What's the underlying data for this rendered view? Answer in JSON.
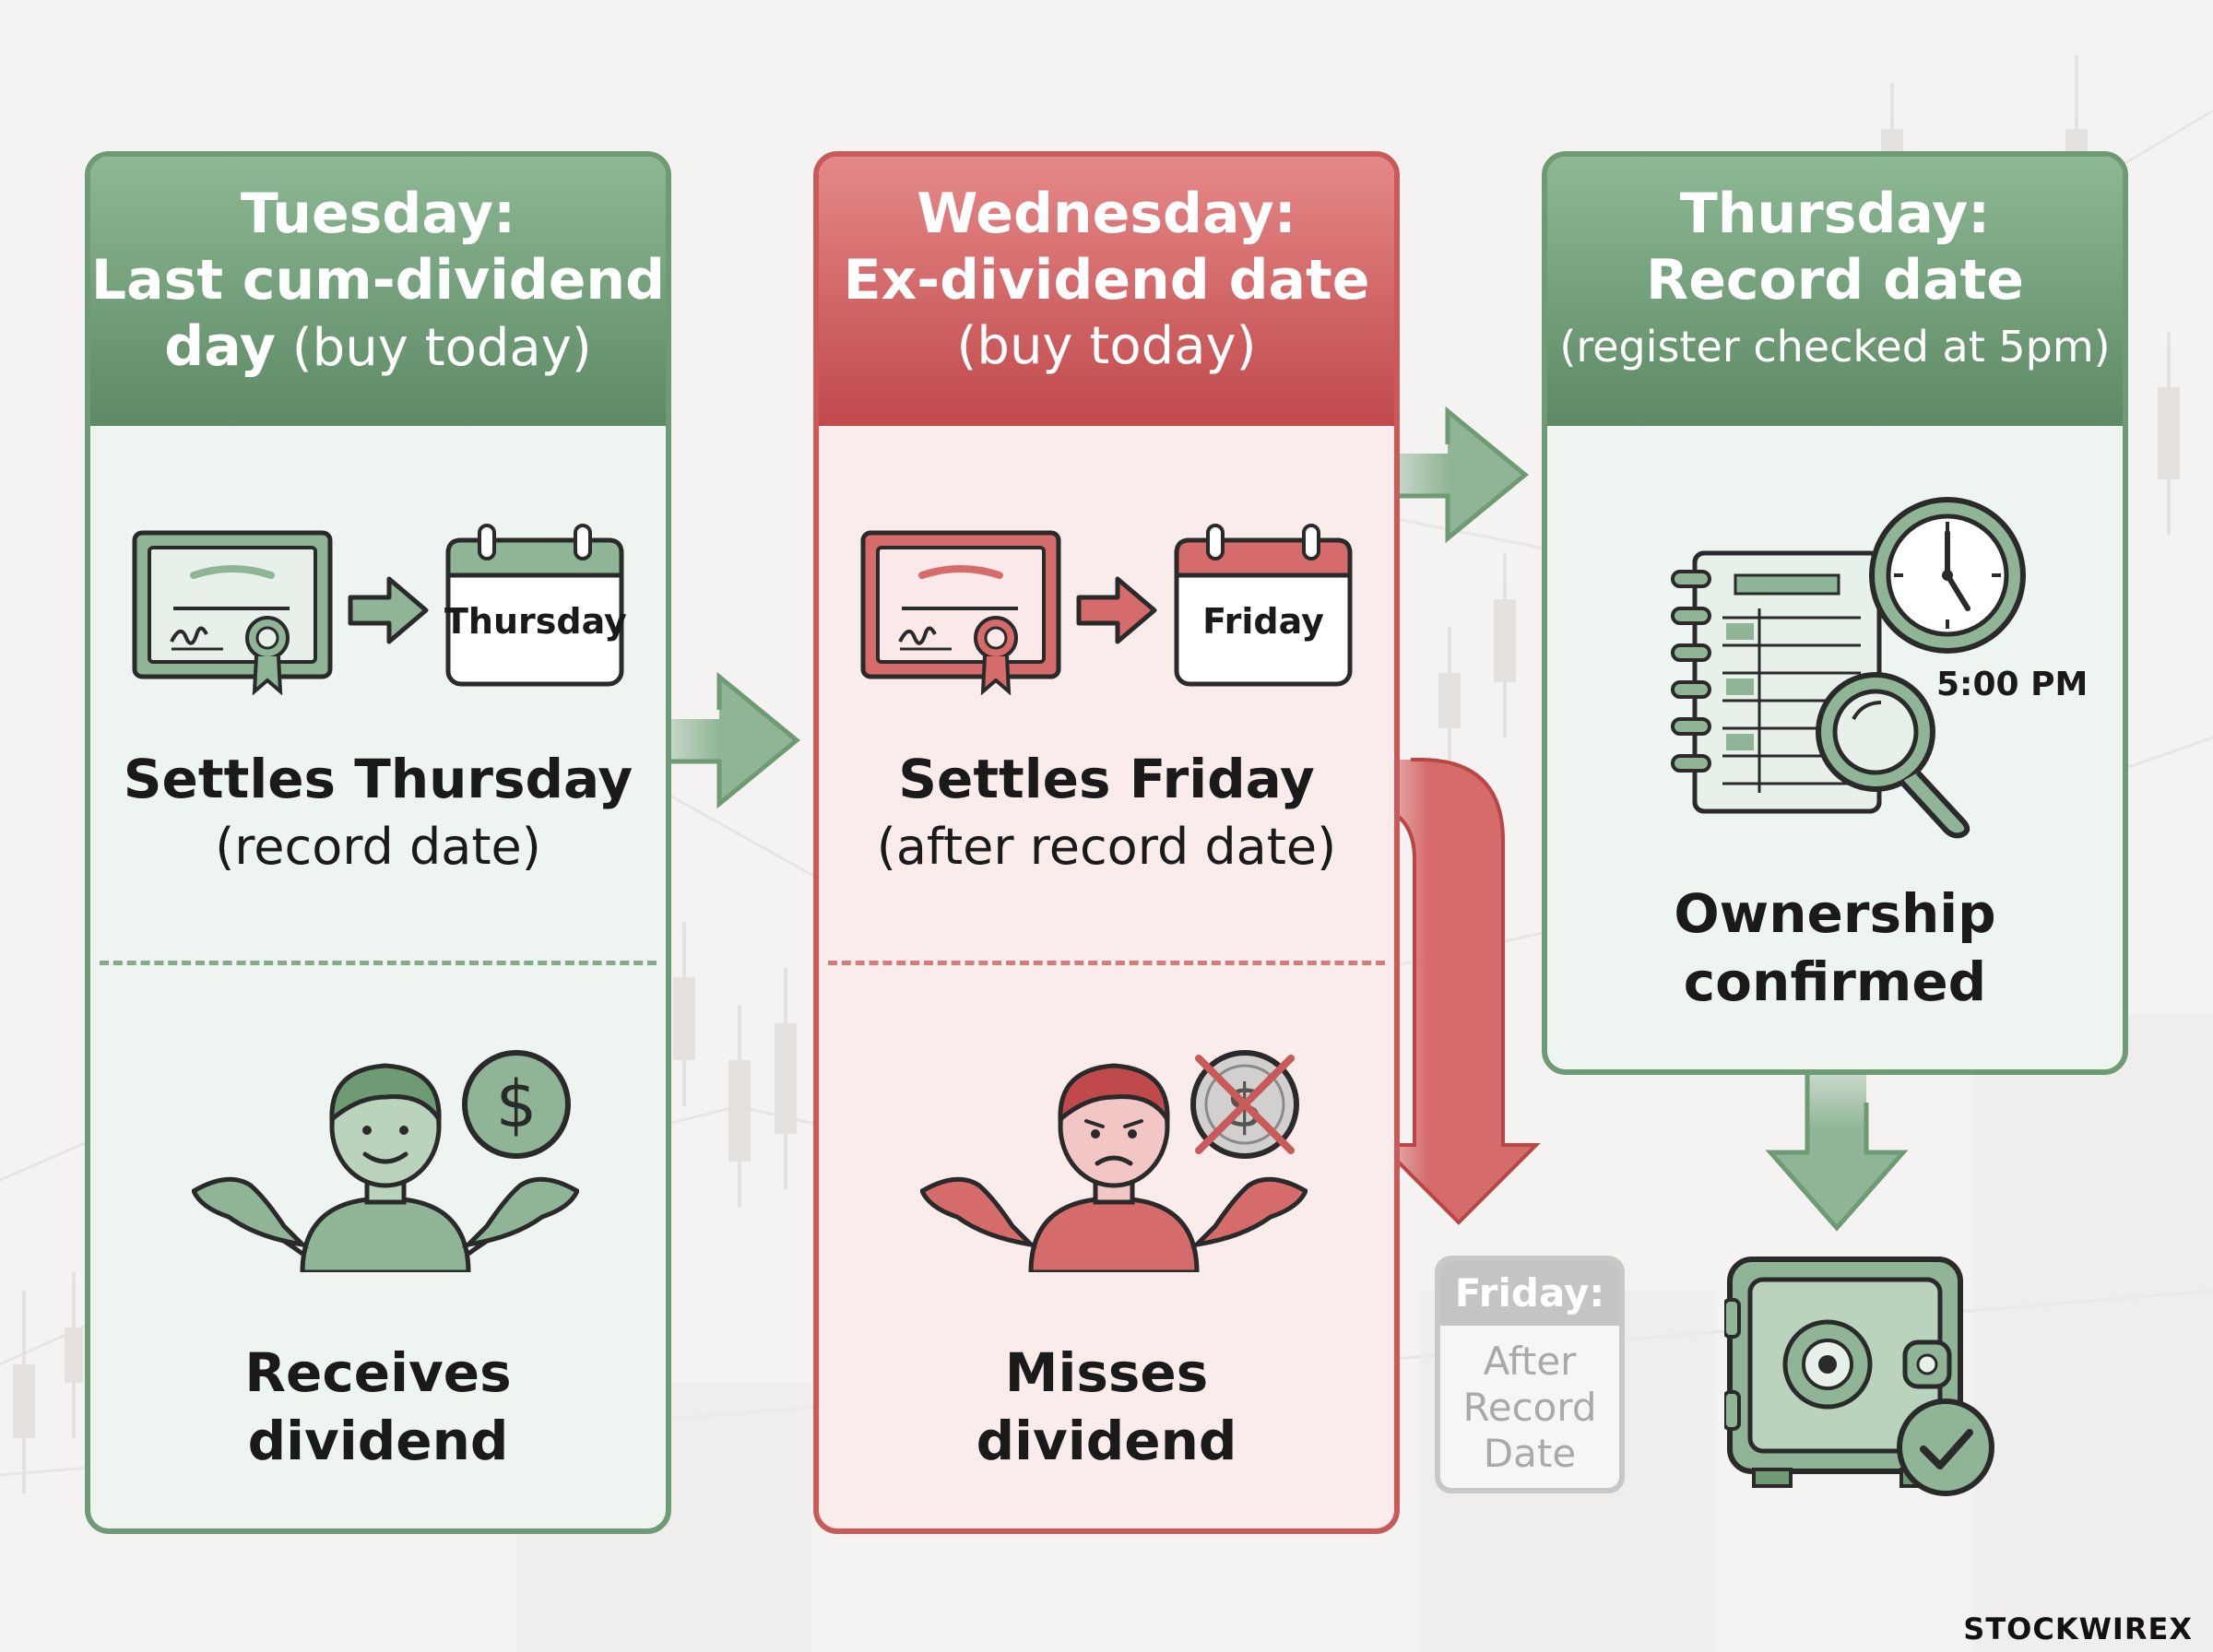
{
  "panels": [
    {
      "header_line1": "Tuesday:",
      "header_line2": "Last cum-dividend",
      "header_line3_bold": "day",
      "header_line3_normal": " (buy today)",
      "calendar_label": "Thursday",
      "settle_bold": "Settles Thursday",
      "settle_normal": "(record date)",
      "outcome_line1": "Receives",
      "outcome_line2": "dividend",
      "color": "#6e9a74"
    },
    {
      "header_line1": "Wednesday:",
      "header_line2": "Ex-dividend date",
      "header_line3_normal": "(buy today)",
      "calendar_label": "Friday",
      "settle_bold": "Settles Friday",
      "settle_normal": "(after record date)",
      "outcome_line1": "Misses",
      "outcome_line2": "dividend",
      "color": "#c85a5a"
    },
    {
      "header_line1": "Thursday:",
      "header_line2": "Record date",
      "header_sub": "(register checked at 5pm)",
      "clock_label": "5:00 PM",
      "outcome_line1": "Ownership",
      "outcome_line2": "confirmed",
      "color": "#6e9a74"
    }
  ],
  "side_box": {
    "header": "Friday:",
    "line1": "After",
    "line2": "Record",
    "line3": "Date"
  },
  "brand": {
    "name": "STOCKWIRE",
    "mark": "X"
  },
  "icons": [
    "certificate-icon",
    "calendar-icon",
    "arrow-right-icon",
    "person-icon",
    "dollar-coin-icon",
    "crossed-coin-icon",
    "ledger-icon",
    "clock-icon",
    "magnifier-icon",
    "safe-icon",
    "checkmark-icon",
    "arrow-down-icon"
  ]
}
